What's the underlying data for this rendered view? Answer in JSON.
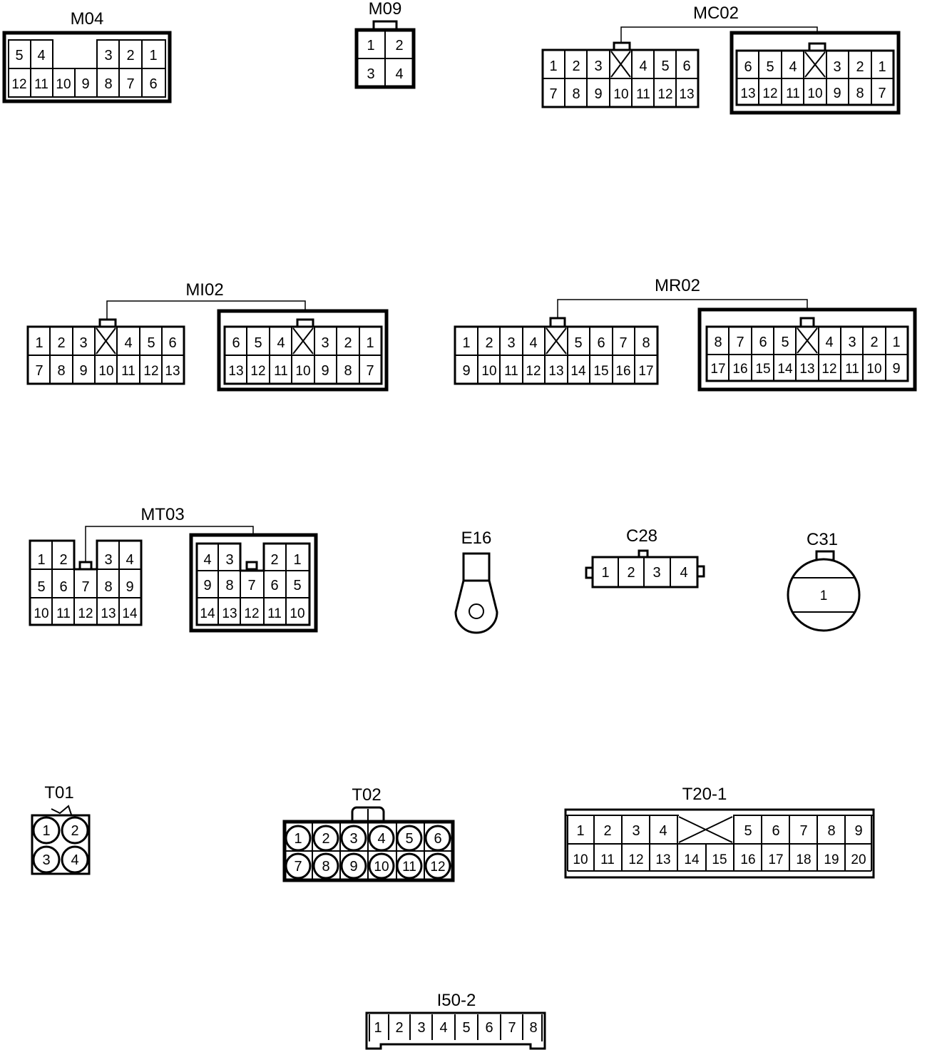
{
  "connectors": {
    "m04": {
      "title": "M04",
      "row1": [
        "5",
        "4",
        "",
        "",
        "3",
        "2",
        "1"
      ],
      "row2": [
        "12",
        "11",
        "10",
        "9",
        "8",
        "7",
        "6"
      ]
    },
    "m09": {
      "title": "M09",
      "row1": [
        "1",
        "2"
      ],
      "row2": [
        "3",
        "4"
      ]
    },
    "mc02": {
      "title": "MC02",
      "left": {
        "row1": [
          "1",
          "2",
          "3",
          "",
          "4",
          "5",
          "6"
        ],
        "row2": [
          "7",
          "8",
          "9",
          "10",
          "11",
          "12",
          "13"
        ]
      },
      "right": {
        "row1": [
          "6",
          "5",
          "4",
          "",
          "3",
          "2",
          "1"
        ],
        "row2": [
          "13",
          "12",
          "11",
          "10",
          "9",
          "8",
          "7"
        ]
      }
    },
    "mi02": {
      "title": "MI02",
      "left": {
        "row1": [
          "1",
          "2",
          "3",
          "",
          "4",
          "5",
          "6"
        ],
        "row2": [
          "7",
          "8",
          "9",
          "10",
          "11",
          "12",
          "13"
        ]
      },
      "right": {
        "row1": [
          "6",
          "5",
          "4",
          "",
          "3",
          "2",
          "1"
        ],
        "row2": [
          "13",
          "12",
          "11",
          "10",
          "9",
          "8",
          "7"
        ]
      }
    },
    "mr02": {
      "title": "MR02",
      "left": {
        "row1": [
          "1",
          "2",
          "3",
          "4",
          "",
          "5",
          "6",
          "7",
          "8"
        ],
        "row2": [
          "9",
          "10",
          "11",
          "12",
          "13",
          "14",
          "15",
          "16",
          "17"
        ]
      },
      "right": {
        "row1": [
          "8",
          "7",
          "6",
          "5",
          "",
          "4",
          "3",
          "2",
          "1"
        ],
        "row2": [
          "17",
          "16",
          "15",
          "14",
          "13",
          "12",
          "11",
          "10",
          "9"
        ]
      }
    },
    "mt03": {
      "title": "MT03",
      "left": {
        "row1": [
          "1",
          "2",
          "",
          "3",
          "4"
        ],
        "row2": [
          "5",
          "6",
          "7",
          "8",
          "9"
        ],
        "row3": [
          "10",
          "11",
          "12",
          "13",
          "14"
        ]
      },
      "right": {
        "row1": [
          "4",
          "3",
          "",
          "2",
          "1"
        ],
        "row2": [
          "9",
          "8",
          "7",
          "6",
          "5"
        ],
        "row3": [
          "14",
          "13",
          "12",
          "11",
          "10"
        ]
      }
    },
    "e16": {
      "title": "E16"
    },
    "c28": {
      "title": "C28",
      "pins": [
        "1",
        "2",
        "3",
        "4"
      ]
    },
    "c31": {
      "title": "C31",
      "pin": "1"
    },
    "t01": {
      "title": "T01",
      "pins": [
        "1",
        "2",
        "3",
        "4"
      ]
    },
    "t02": {
      "title": "T02",
      "row1": [
        "1",
        "2",
        "3",
        "4",
        "5",
        "6"
      ],
      "row2": [
        "7",
        "8",
        "9",
        "10",
        "11",
        "12"
      ]
    },
    "t20_1": {
      "title": "T20-1",
      "row1": [
        "1",
        "2",
        "3",
        "4",
        "",
        "",
        "5",
        "6",
        "7",
        "8",
        "9"
      ],
      "row2": [
        "10",
        "11",
        "12",
        "13",
        "14",
        "15",
        "16",
        "17",
        "18",
        "19",
        "20"
      ]
    },
    "i50_2": {
      "title": "I50-2",
      "pins": [
        "1",
        "2",
        "3",
        "4",
        "5",
        "6",
        "7",
        "8"
      ]
    }
  }
}
